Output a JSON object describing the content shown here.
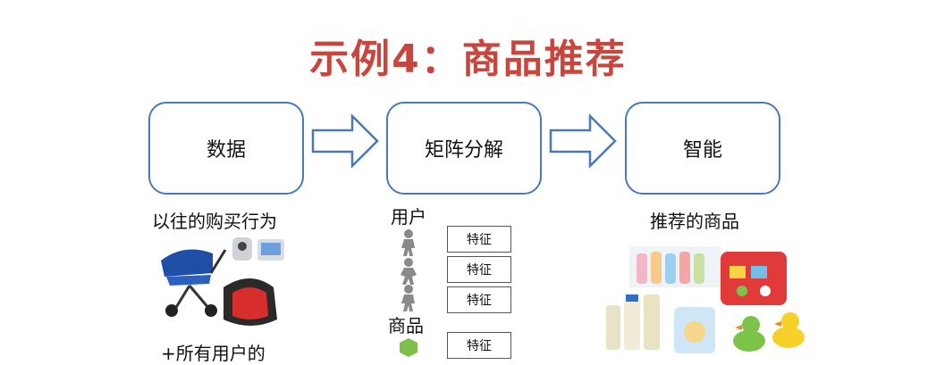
{
  "title": "示例4：商品推荐",
  "flow": {
    "step1": "数据",
    "step2": "矩阵分解",
    "step3": "智能"
  },
  "left": {
    "caption": "以往的购买行为",
    "footer": "+所有用户的"
  },
  "middle": {
    "users_label": "用户",
    "products_label": "商品",
    "feature_label": "特征"
  },
  "right": {
    "caption": "推荐的商品"
  },
  "colors": {
    "title": "#c8463e",
    "box_border": "#4a79b9"
  }
}
